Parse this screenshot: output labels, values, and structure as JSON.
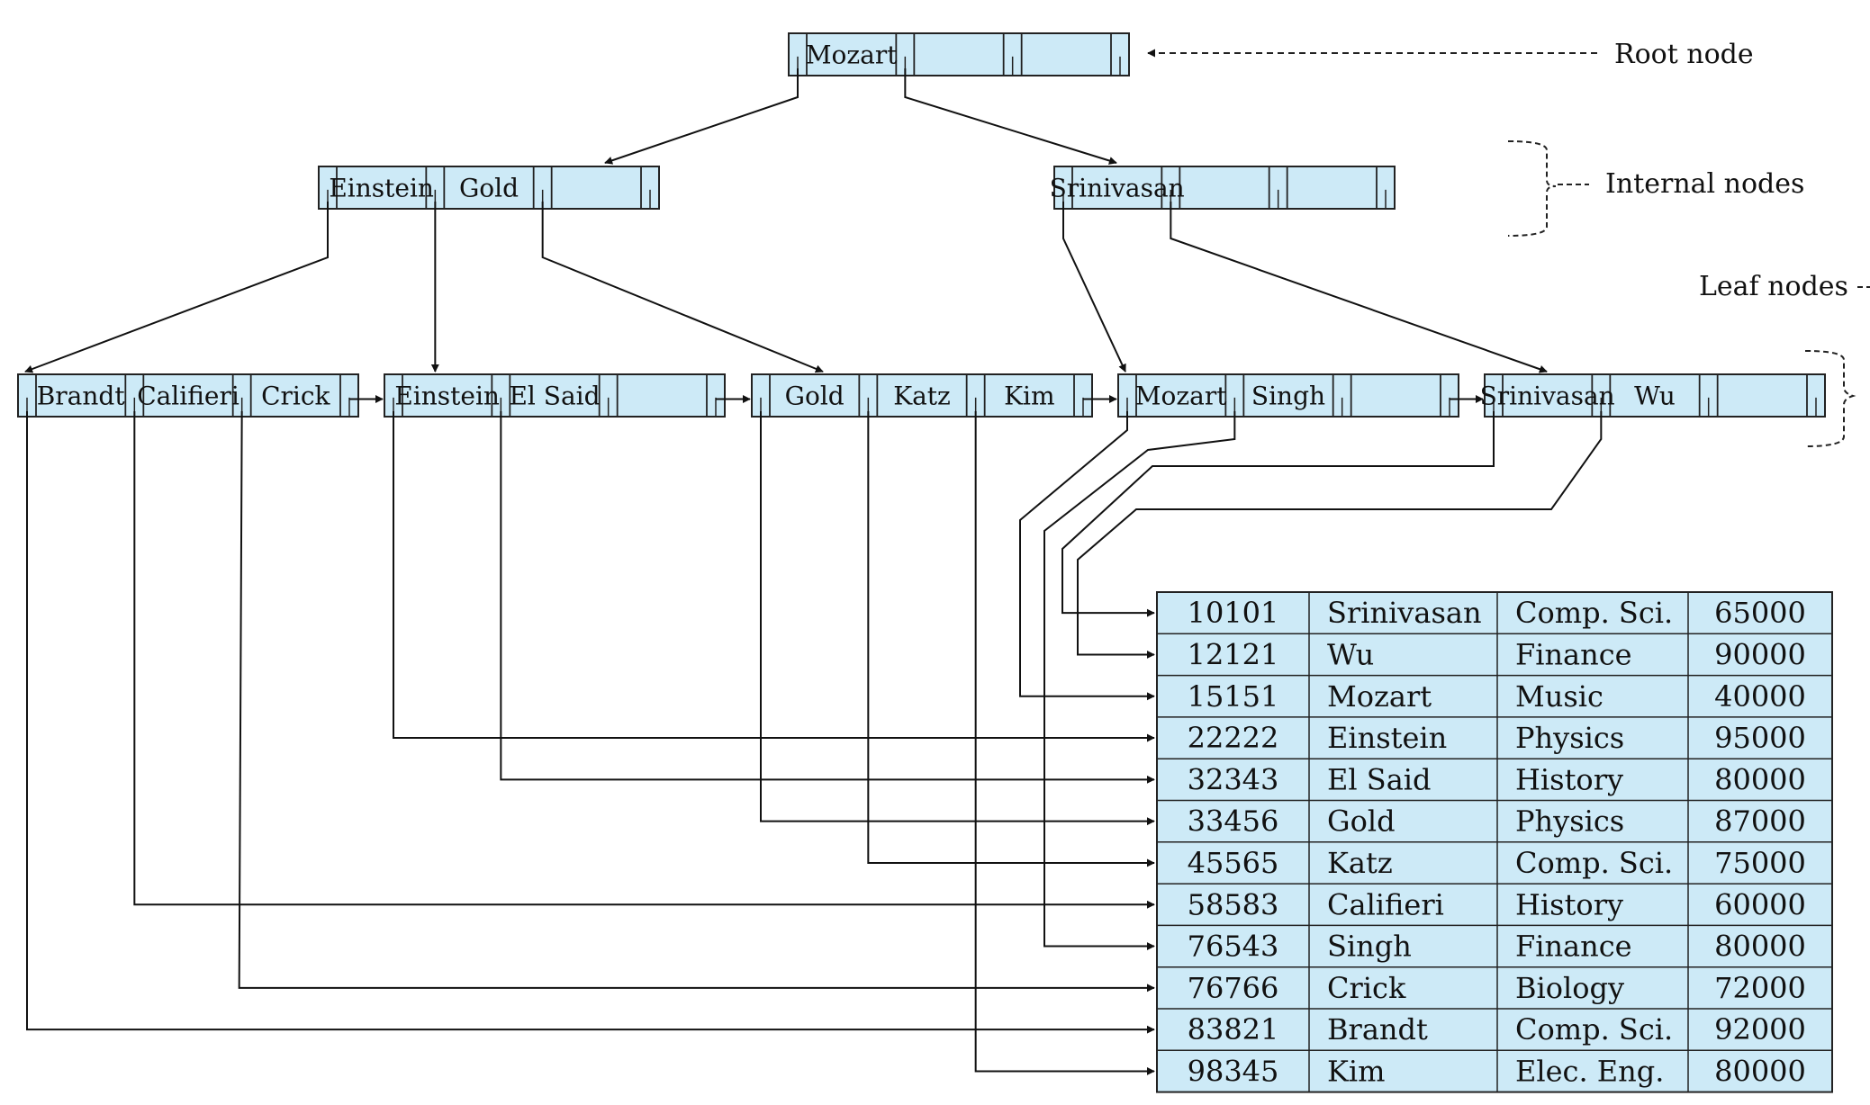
{
  "labels": {
    "root": "Root node",
    "internal": "Internal nodes",
    "leaf": "Leaf nodes"
  },
  "root_node": {
    "keys": [
      "Mozart",
      "",
      ""
    ]
  },
  "internal_nodes": [
    {
      "keys": [
        "Einstein",
        "Gold",
        ""
      ]
    },
    {
      "keys": [
        "Srinivasan",
        "",
        ""
      ]
    }
  ],
  "leaf_nodes": [
    {
      "keys": [
        "Brandt",
        "Califieri",
        "Crick"
      ]
    },
    {
      "keys": [
        "Einstein",
        "El Said",
        ""
      ]
    },
    {
      "keys": [
        "Gold",
        "Katz",
        "Kim"
      ]
    },
    {
      "keys": [
        "Mozart",
        "Singh",
        ""
      ]
    },
    {
      "keys": [
        "Srinivasan",
        "Wu",
        ""
      ]
    }
  ],
  "records": [
    [
      "10101",
      "Srinivasan",
      "Comp. Sci.",
      "65000"
    ],
    [
      "12121",
      "Wu",
      "Finance",
      "90000"
    ],
    [
      "15151",
      "Mozart",
      "Music",
      "40000"
    ],
    [
      "22222",
      "Einstein",
      "Physics",
      "95000"
    ],
    [
      "32343",
      "El Said",
      "History",
      "80000"
    ],
    [
      "33456",
      "Gold",
      "Physics",
      "87000"
    ],
    [
      "45565",
      "Katz",
      "Comp. Sci.",
      "75000"
    ],
    [
      "58583",
      "Califieri",
      "History",
      "60000"
    ],
    [
      "76543",
      "Singh",
      "Finance",
      "80000"
    ],
    [
      "76766",
      "Crick",
      "Biology",
      "72000"
    ],
    [
      "83821",
      "Brandt",
      "Comp. Sci.",
      "92000"
    ],
    [
      "98345",
      "Kim",
      "Elec. Eng.",
      "80000"
    ]
  ],
  "colors": {
    "node_fill": "#cdeaf7",
    "stroke": "#222222"
  }
}
